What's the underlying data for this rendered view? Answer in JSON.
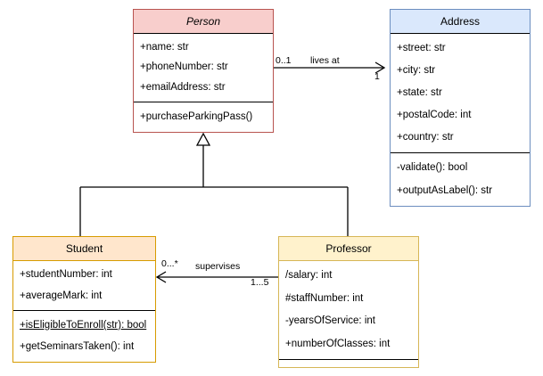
{
  "diagram": {
    "kind": "uml-class-diagram",
    "background": "#ffffff"
  },
  "classes": {
    "person": {
      "name": "Person",
      "is_abstract": true,
      "fill": "#f8cecc",
      "stroke": "#b85450",
      "attributes": [
        "+name: str",
        "+phoneNumber: str",
        "+emailAddress: str"
      ],
      "methods": [
        "+purchaseParkingPass()"
      ]
    },
    "address": {
      "name": "Address",
      "is_abstract": false,
      "fill": "#dae8fc",
      "stroke": "#6c8ebf",
      "attributes": [
        "+street: str",
        "+city: str",
        "+state: str",
        "+postalCode: int",
        "+country: str"
      ],
      "methods": [
        "-validate(): bool",
        "+outputAsLabel(): str"
      ]
    },
    "student": {
      "name": "Student",
      "is_abstract": false,
      "fill": "#ffe6cc",
      "stroke": "#d79b00",
      "attributes": [
        "+studentNumber: int",
        "+averageMark: int"
      ],
      "methods": [
        "+isEligibleToEnroll(str): bool",
        "+getSeminarsTaken(): int"
      ],
      "static_methods": [
        "+isEligibleToEnroll(str): bool"
      ]
    },
    "professor": {
      "name": "Professor",
      "is_abstract": false,
      "fill": "#fff2cc",
      "stroke": "#d6b656",
      "attributes": [
        "/salary: int",
        "#staffNumber: int",
        "-yearsOfService: int",
        "+numberOfClasses: int"
      ],
      "methods": []
    }
  },
  "relationships": {
    "lives_at": {
      "label": "lives at",
      "source": "Person",
      "target": "Address",
      "type": "association",
      "source_multiplicity": "0..1",
      "target_multiplicity": "1",
      "arrow": "open-right"
    },
    "supervises": {
      "label": "supervises",
      "source": "Professor",
      "target": "Student",
      "type": "association",
      "source_multiplicity": "1...5",
      "target_multiplicity": "0...*",
      "arrow": "open-left"
    },
    "student_inherits_person": {
      "label": "",
      "source": "Student",
      "target": "Person",
      "type": "generalization",
      "arrow": "hollow-triangle"
    },
    "professor_inherits_person": {
      "label": "",
      "source": "Professor",
      "target": "Person",
      "type": "generalization",
      "arrow": "hollow-triangle"
    }
  }
}
